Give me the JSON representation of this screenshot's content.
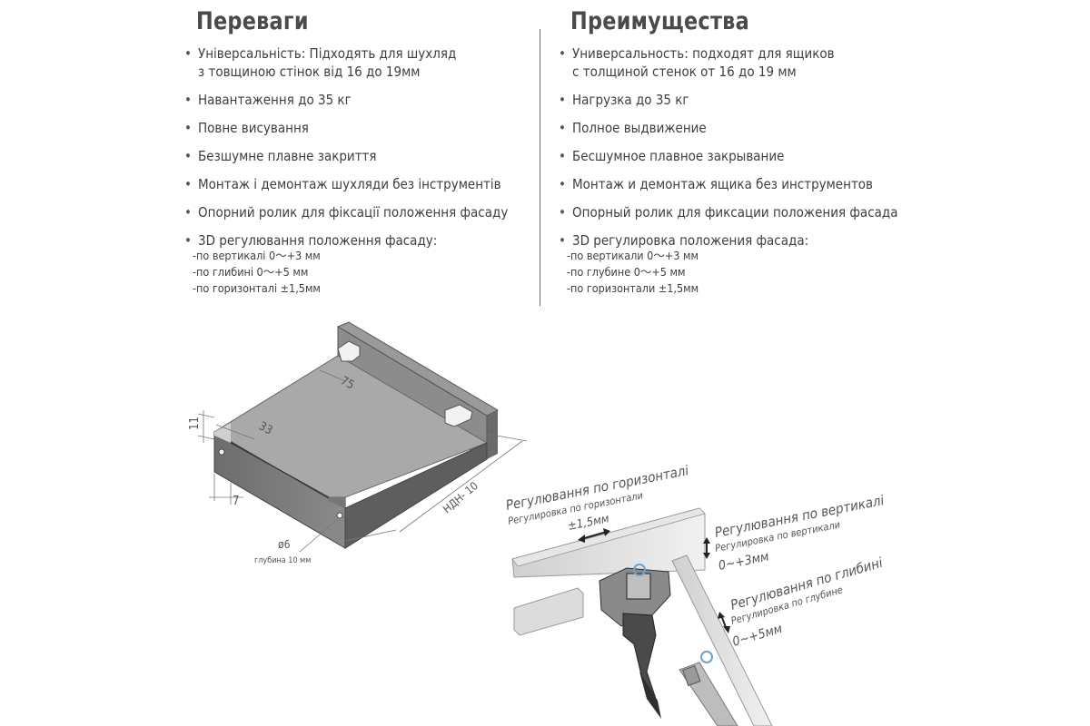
{
  "left": {
    "heading": "Переваги",
    "items": [
      {
        "line1": "Універсальність: Підходять для шухляд",
        "line2": "з товщиною стінок  від 16 до 19мм"
      },
      {
        "line1": "Навантаження до 35 кг"
      },
      {
        "line1": "Повне висування"
      },
      {
        "line1": "Безшумне плавне закриття"
      },
      {
        "line1": "Монтаж і демонтаж шухляди без інструментів"
      },
      {
        "line1": "Опорний ролик для фіксації положення фасаду"
      },
      {
        "line1": "3D регулювання положення фасаду:"
      }
    ],
    "adjust": [
      "-по вертикалі 0～+3 мм",
      "-по глибині 0～+5 мм",
      "-по горизонталі ±1,5мм"
    ]
  },
  "right": {
    "heading": "Преимущества",
    "items": [
      {
        "line1": "Универсальность: подходят для ящиков",
        "line2": "с толщиной стенок от 16 до 19 мм"
      },
      {
        "line1": "Нагрузка до 35 кг"
      },
      {
        "line1": "Полное выдвижение"
      },
      {
        "line1": "Бесшумное плавное закрывание"
      },
      {
        "line1": "Монтаж и демонтаж ящика без инструментов"
      },
      {
        "line1": "Опорный ролик для фиксации положения фасада"
      },
      {
        "line1": "3D регулировка положения фасада:"
      }
    ],
    "adjust": [
      "-по вертикали 0～+3 мм",
      "-по глубине 0～+5 мм",
      "-по горизонтали ±1,5мм"
    ]
  },
  "drawing": {
    "dim_11": "11",
    "dim_33": "33",
    "dim_75": "75",
    "dim_7": "7",
    "dim_ndn": "НДН- 10",
    "dim_hole": "ø6",
    "dim_depth": "глубина 10 мм"
  },
  "adjustment": {
    "horizontal_ua": "Регулювання по горизонталі",
    "horizontal_ru": "Регулировка по горизонтали",
    "horizontal_val": "±1,5мм",
    "vertical_ua": "Регулювання по вертикалі",
    "vertical_ru": "Регулировка по вертикали",
    "vertical_val": "0~+3мм",
    "depth_ua": "Регулювання по глибині",
    "depth_ru": "Регулировка по глубине",
    "depth_val": "0~+5мм"
  }
}
